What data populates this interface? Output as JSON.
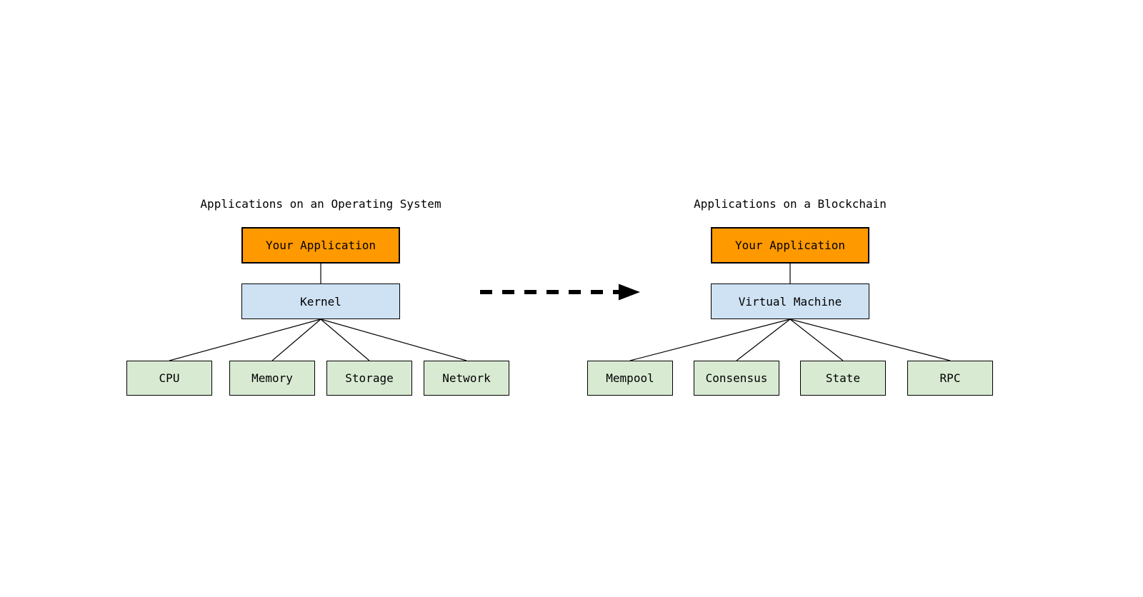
{
  "page": {
    "background": "#ffffff",
    "kind": "comparison-tree-diagram"
  },
  "colors": {
    "app_box_fill": "#ff9900",
    "middle_box_fill": "#cfe2f3",
    "leaf_box_fill": "#d9ead3",
    "box_border": "#000000",
    "connector_line": "#000000",
    "arrow": "#000000",
    "text": "#000000"
  },
  "left_diagram": {
    "title": "Applications on an Operating System",
    "app_box_label": "Your Application",
    "middle_box_label": "Kernel",
    "leaf_labels": [
      "CPU",
      "Memory",
      "Storage",
      "Network"
    ]
  },
  "right_diagram": {
    "title": "Applications on a Blockchain",
    "app_box_label": "Your Application",
    "middle_box_label": "Virtual Machine",
    "leaf_labels": [
      "Mempool",
      "Consensus",
      "State",
      "RPC"
    ]
  },
  "arrow": {
    "style": "dashed",
    "direction": "right"
  }
}
